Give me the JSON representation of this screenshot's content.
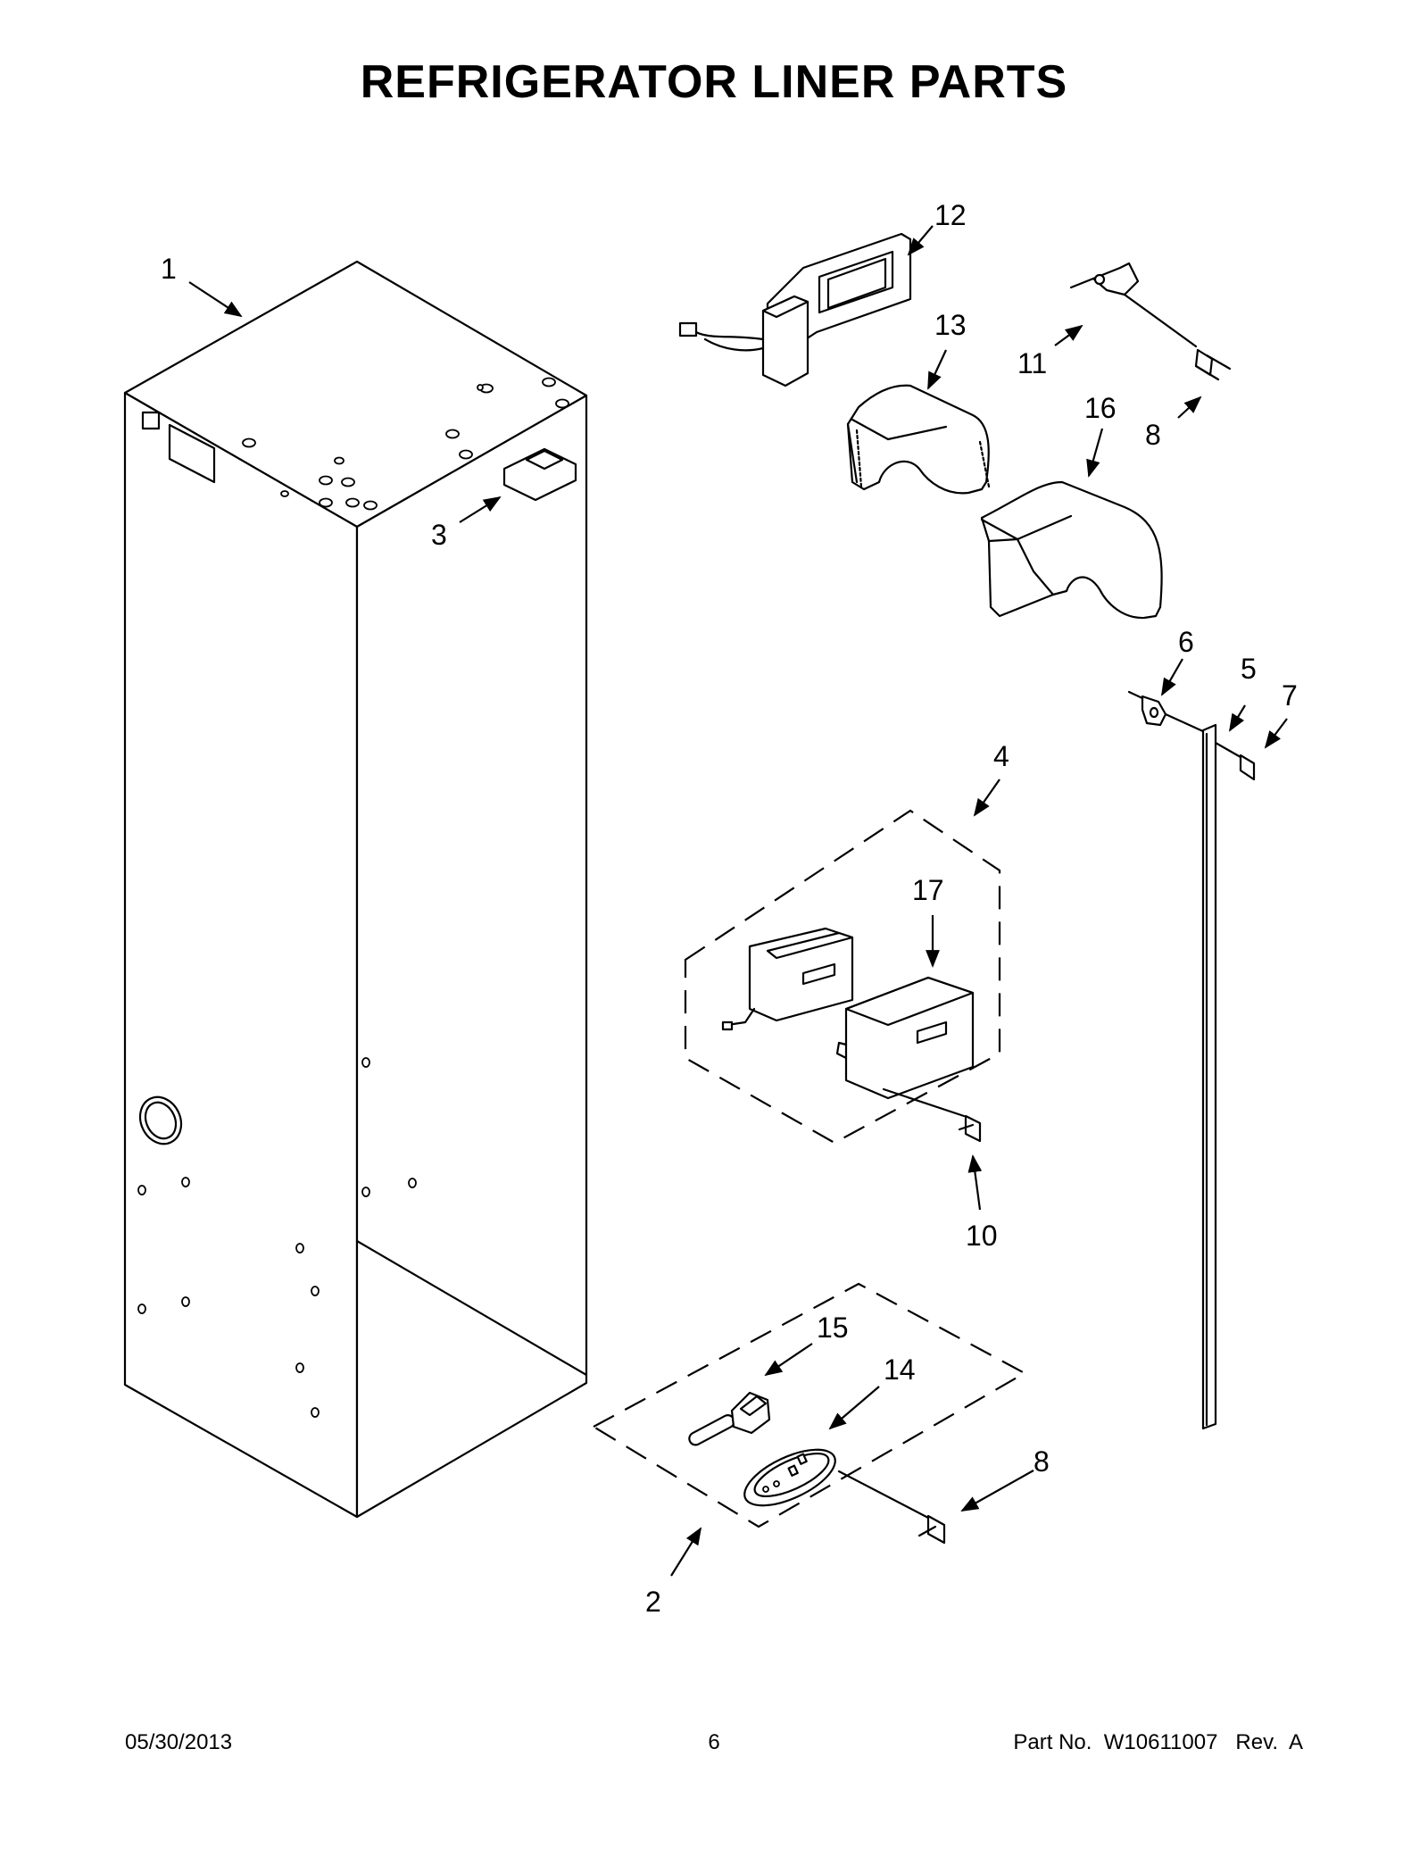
{
  "page": {
    "title": "REFRIGERATOR LINER PARTS"
  },
  "callouts": {
    "c1": "1",
    "c2": "2",
    "c3": "3",
    "c4": "4",
    "c5": "5",
    "c6": "6",
    "c7": "7",
    "c8a": "8",
    "c8b": "8",
    "c10": "10",
    "c11": "11",
    "c12": "12",
    "c13": "13",
    "c14": "14",
    "c15": "15",
    "c16": "16",
    "c17": "17"
  },
  "footer": {
    "date": "05/30/2013",
    "page_number": "6",
    "part_number": "Part No.  W10611007   Rev.  A"
  }
}
